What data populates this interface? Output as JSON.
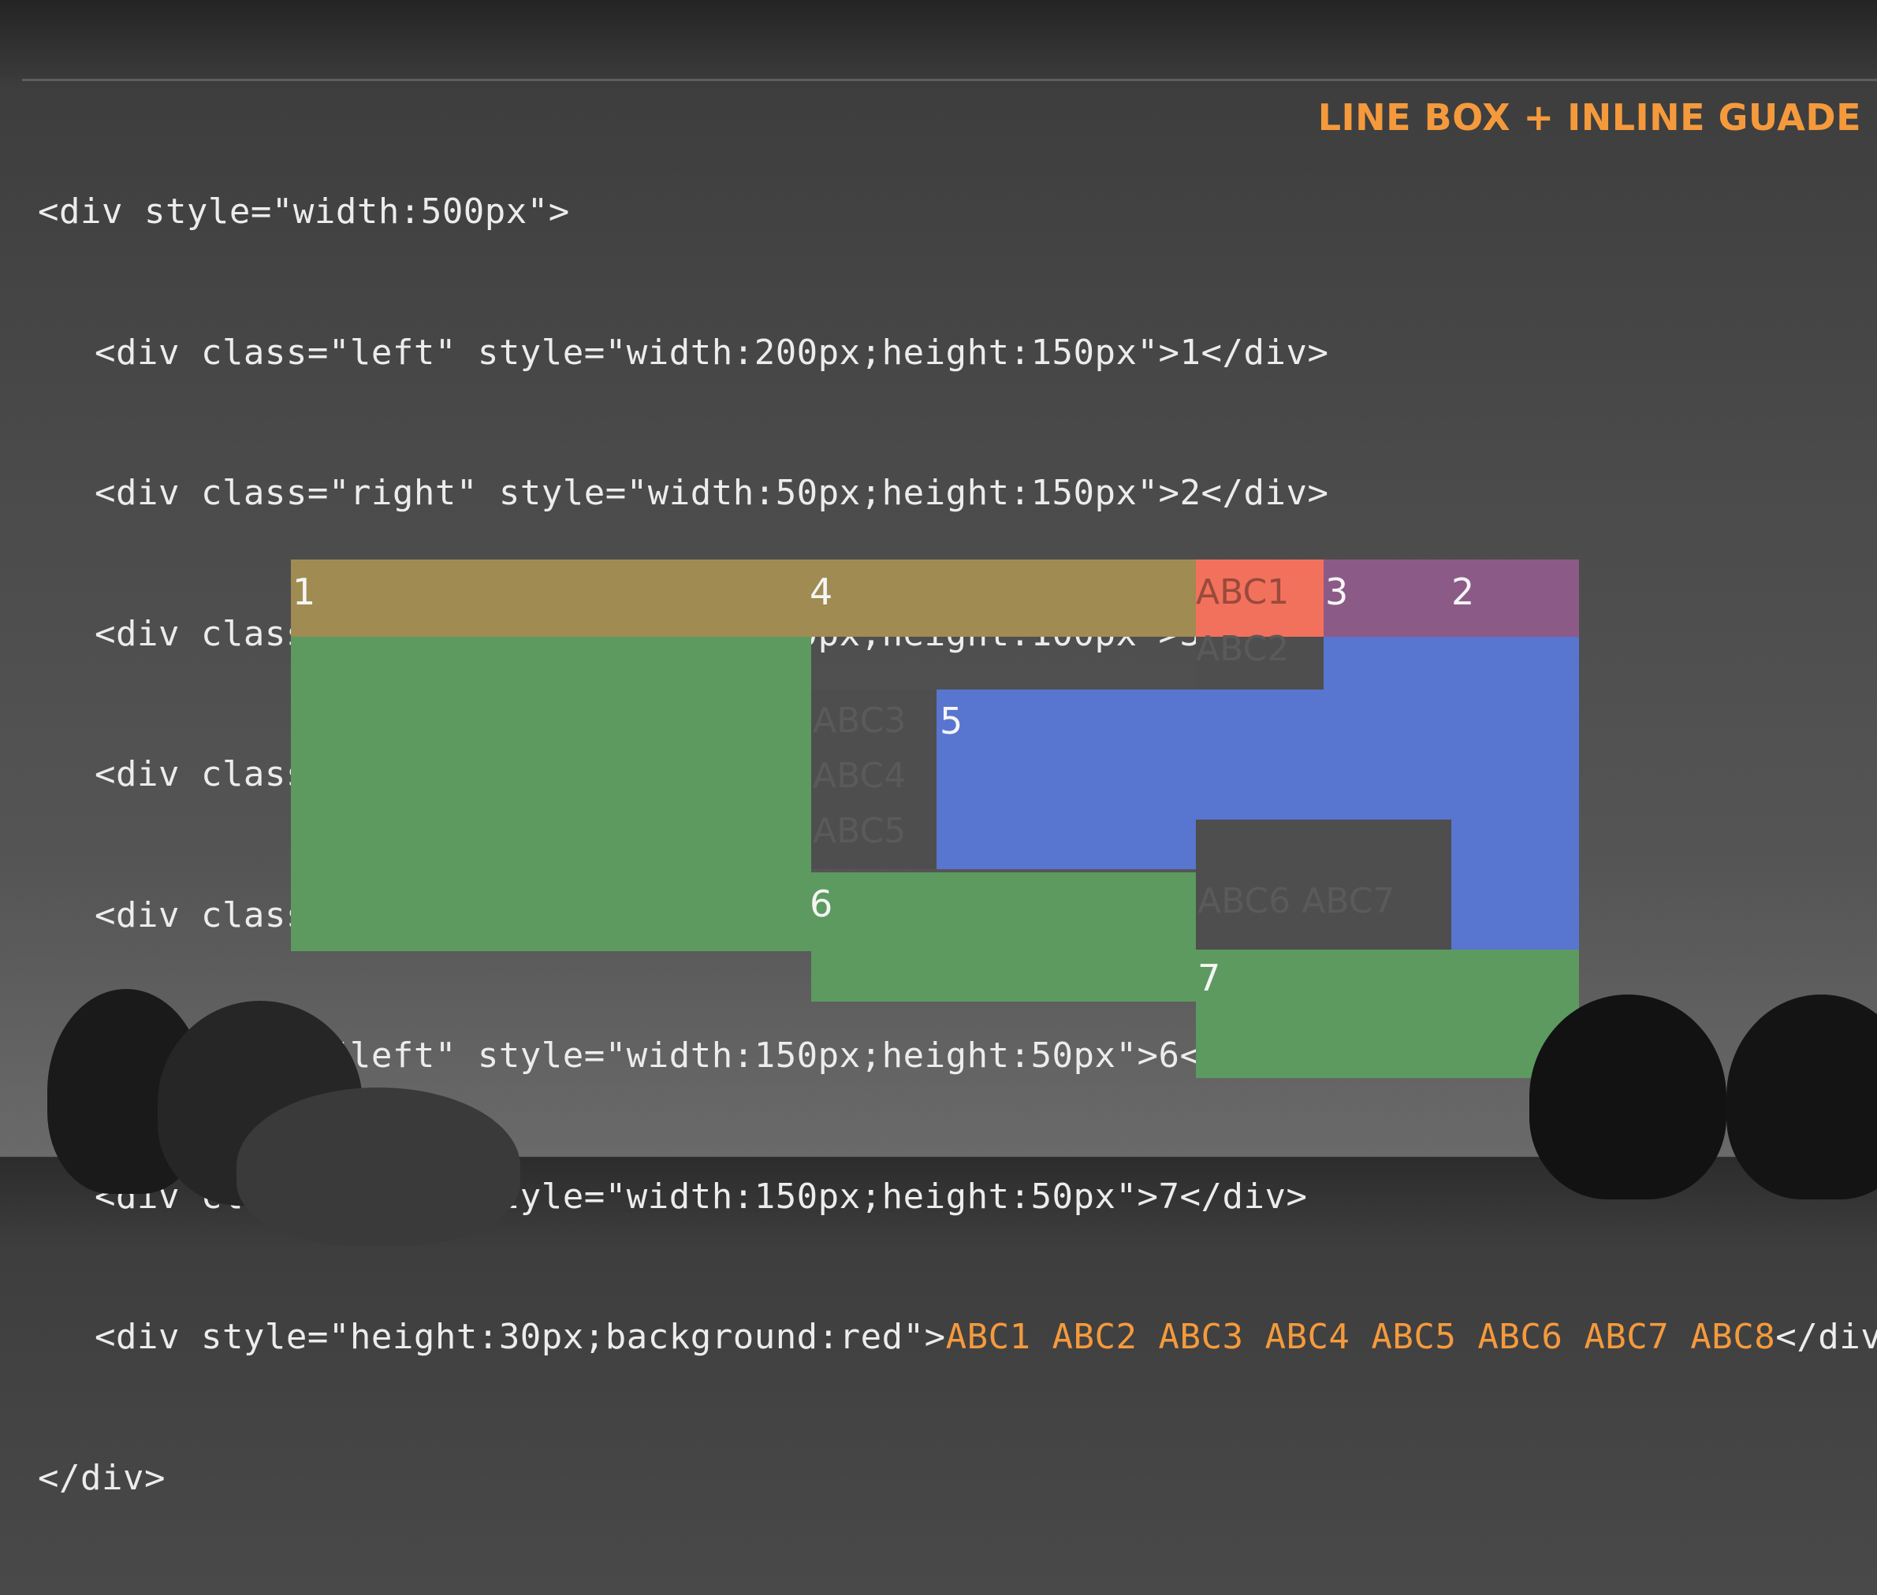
{
  "slide": {
    "title": "LINE BOX + INLINE GUADE",
    "code_lines": [
      {
        "text": "<div style=\"width:500px\">",
        "indent": false
      },
      {
        "text": "<div class=\"left\" style=\"width:200px;height:150px\">1</div>",
        "indent": true
      },
      {
        "text": "<div class=\"right\" style=\"width:50px;height:150px\">2</div>",
        "indent": true
      },
      {
        "text": "<div class=\"right\" style=\"width:50px;height:100px\">3</div>",
        "indent": true
      },
      {
        "text": "<div class=\"left\" style=\"width:150px;height:50px\">4</div>",
        "indent": true
      },
      {
        "text": "<div class=\"right\" style=\"width:150px;height:70px\">5</div>",
        "indent": true
      },
      {
        "text": "<div class=\"left\" style=\"width:150px;height:50px\">6</div>",
        "indent": true
      },
      {
        "text": "<div class=\"left\" style=\"width:150px;height:50px\">7</div>",
        "indent": true
      }
    ],
    "code_line_8": {
      "prefix": "<div style=\"height:30px;background:red\">",
      "highlight": "ABC1 ABC2 ABC3 ABC4 ABC5 ABC6 ABC7 ABC8",
      "suffix": "</div>"
    },
    "code_close": "</div>"
  },
  "demo": {
    "box_labels": {
      "b1": "1",
      "b2": "2",
      "b3": "3",
      "b4": "4",
      "b5": "5",
      "b6": "6",
      "b7": "7"
    },
    "inline_texts": {
      "abc1": "ABC1",
      "abc2": "ABC2",
      "abc3": "ABC3",
      "abc4": "ABC4",
      "abc5": "ABC5",
      "abc67": "ABC6 ABC7"
    }
  },
  "colors": {
    "box1": "#5c9a60",
    "box2": "#8c5a86",
    "box3": "#8c5a86",
    "box4": "#a08b52",
    "box5": "#5875cf",
    "box6": "#5c9a60",
    "box7": "#5c9a60",
    "line_box": "#4e4e4e",
    "red": "#f2715d",
    "code_highlight": "#f59a3c"
  }
}
